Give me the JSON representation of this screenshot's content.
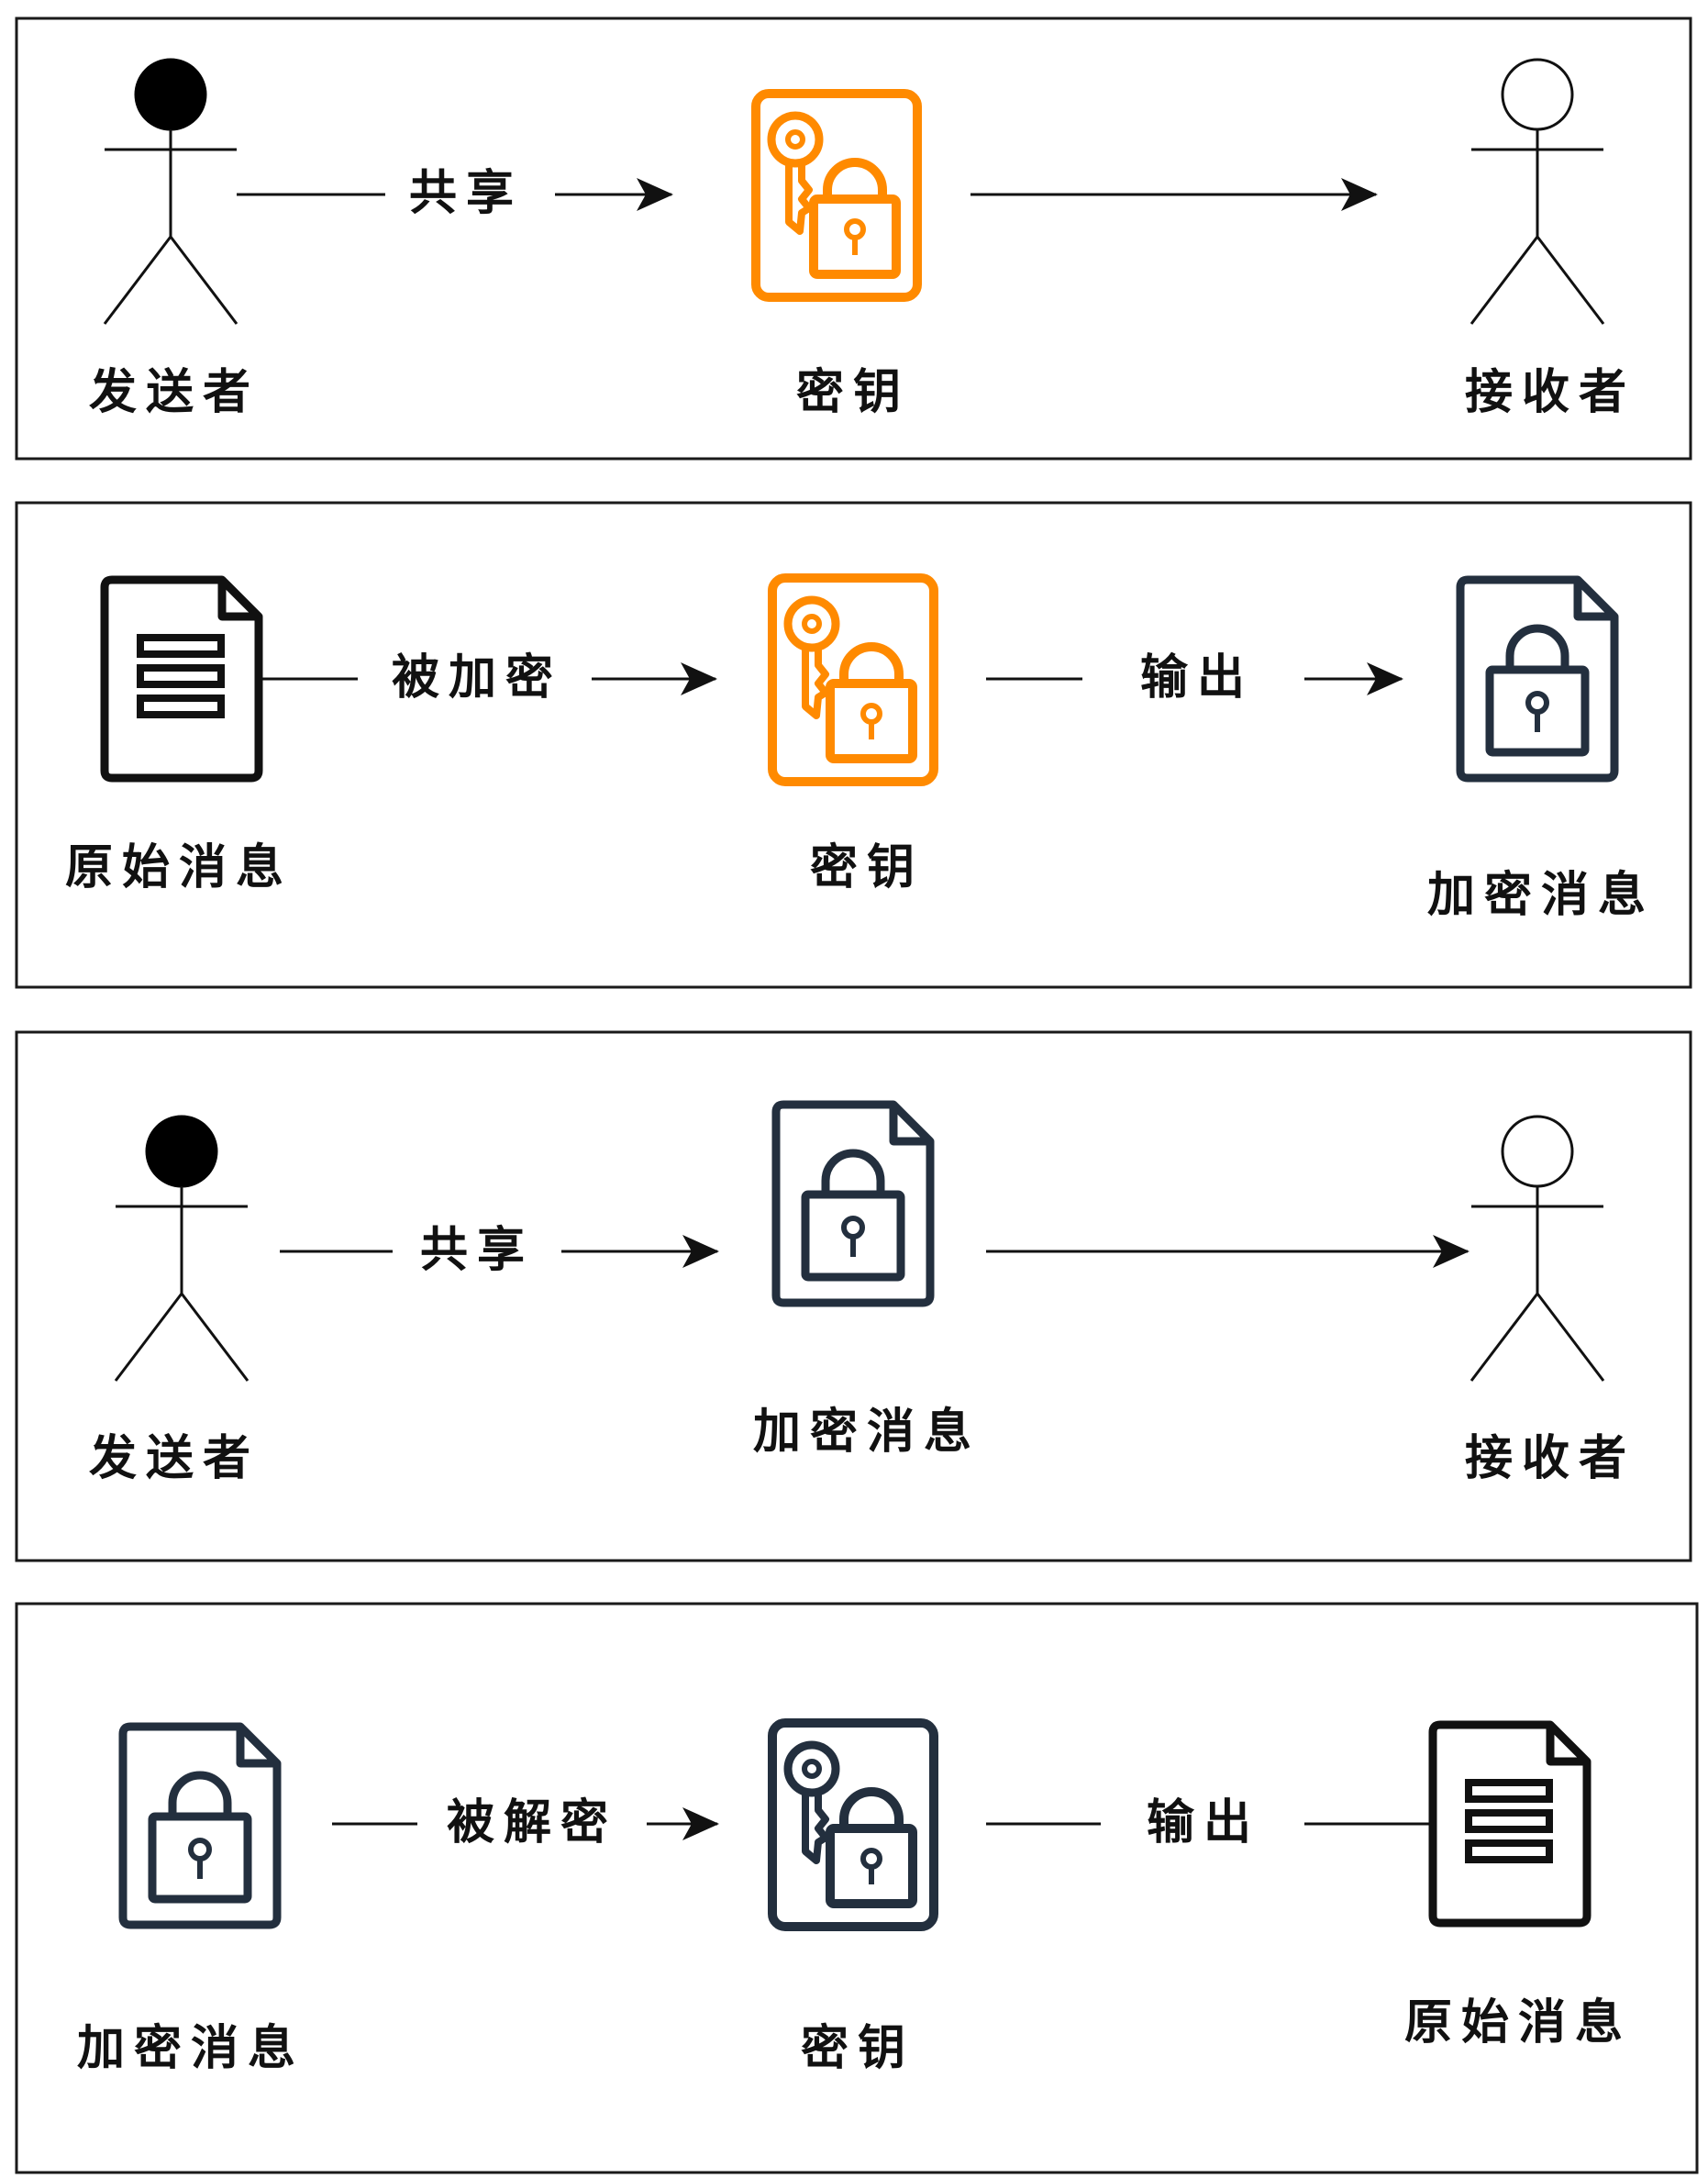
{
  "colors": {
    "orange": "#FF8A00",
    "navy": "#232F3E",
    "black": "#111111",
    "frame": "#1a1a1a"
  },
  "panel_1": {
    "sender_label": "发送者",
    "edge_label": "共享",
    "key_label": "密钥",
    "receiver_label": "接收者",
    "icons": [
      "sender-person-icon",
      "orange-key-lock-icon",
      "receiver-person-icon"
    ]
  },
  "panel_2": {
    "source_label": "原始消息",
    "edge_label_1": "被加密",
    "key_label": "密钥",
    "edge_label_2": "输出",
    "result_label": "加密消息",
    "icons": [
      "document-icon",
      "orange-key-lock-icon",
      "locked-document-icon"
    ]
  },
  "panel_3": {
    "sender_label": "发送者",
    "edge_label": "共享",
    "message_label": "加密消息",
    "receiver_label": "接收者",
    "icons": [
      "sender-person-icon",
      "locked-document-icon",
      "receiver-person-icon"
    ]
  },
  "panel_4": {
    "source_label": "加密消息",
    "edge_label_1": "被解密",
    "key_label": "密钥",
    "edge_label_2": "输出",
    "result_label": "原始消息",
    "icons": [
      "locked-document-icon",
      "navy-key-lock-icon",
      "document-icon"
    ]
  }
}
